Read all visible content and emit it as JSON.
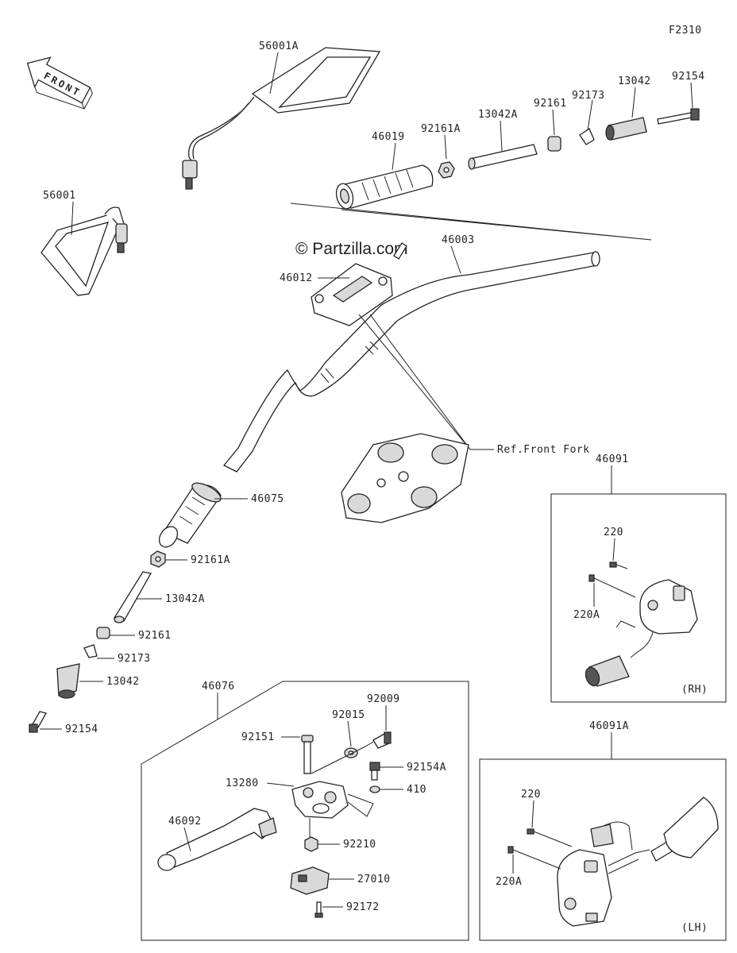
{
  "figure_code": "F2310",
  "watermark": "© Partzilla.com",
  "front_arrow": "FRONT",
  "reference": "Ref.Front Fork",
  "switch_rh": {
    "assembly": "46091",
    "side": "(RH)",
    "screw_a": "220",
    "screw_b": "220A"
  },
  "switch_lh": {
    "assembly": "46091A",
    "side": "(LH)",
    "screw_a": "220",
    "screw_b": "220A"
  },
  "lever_assembly": {
    "number": "46076",
    "parts": [
      "46092",
      "92151",
      "92015",
      "92009",
      "92154A",
      "13280",
      "410",
      "92210",
      "27010",
      "92172"
    ]
  },
  "upper_parts": {
    "mirror_right": "56001A",
    "mirror_left": "56001",
    "grip_right": "46019",
    "nut": "92161A",
    "pipe": "13042A",
    "collar": "92161",
    "clip": "92173",
    "weight": "13042",
    "bolt": "92154",
    "handlebar": "46003",
    "holder": "46012"
  },
  "lower_left_parts": {
    "grip_left": "46075",
    "nut": "92161A",
    "pipe": "13042A",
    "collar": "92161",
    "clip": "92173",
    "weight": "13042",
    "bolt": "92154"
  }
}
